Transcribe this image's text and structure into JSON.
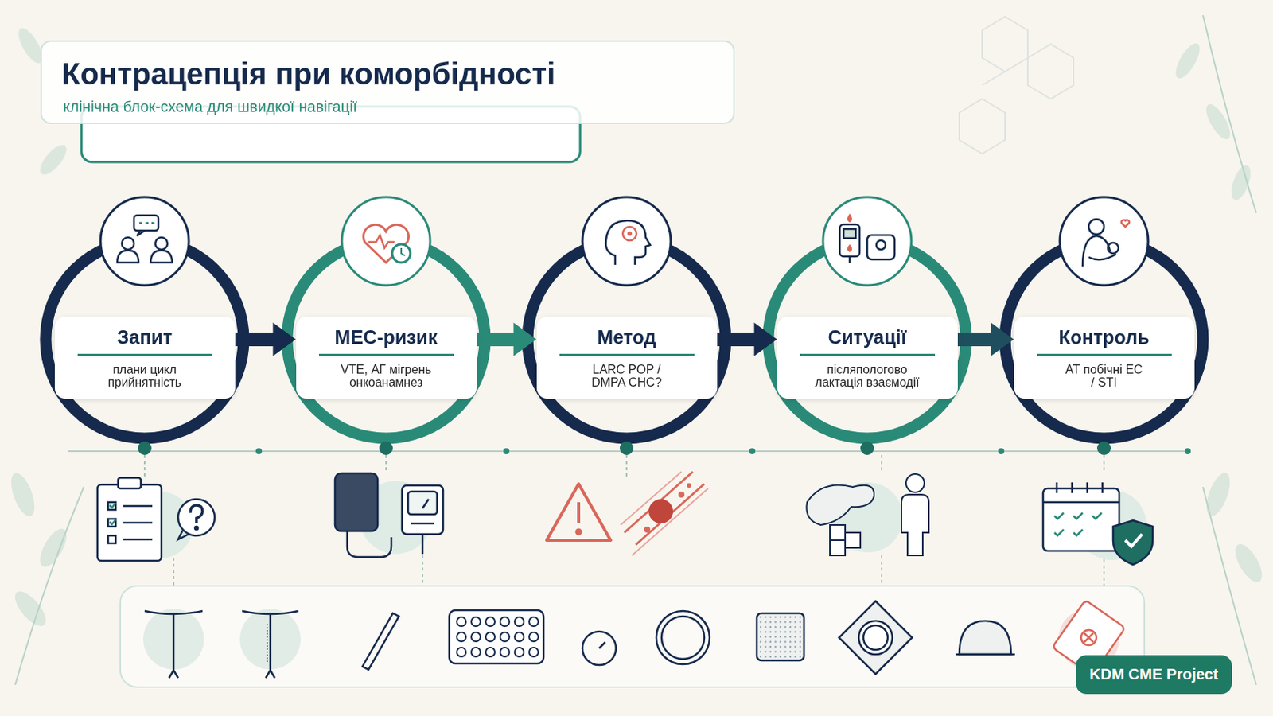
{
  "diagram": {
    "title": "Контрацепція при коморбідності",
    "caption": "клінічна блок-схема для швидкої навігації",
    "nodes": [
      {
        "text": [
          "Запит",
          "плани цикл прийнятність"
        ]
      },
      {
        "text": [
          "MEC-ризик",
          "VTE, АГ мігрень онкоанамнез"
        ]
      },
      {
        "text": [
          "Метод",
          "LARC POP / DMPA CHC?"
        ]
      },
      {
        "text": [
          "Ситуації",
          "післяпологово лактація взаємодії"
        ]
      },
      {
        "text": [
          "Контроль",
          "АТ побічні EC / STI"
        ]
      }
    ],
    "edges": [
      {
        "from": 0,
        "to": 1,
        "arrow": "to"
      },
      {
        "from": 1,
        "to": 2,
        "arrow": "to"
      },
      {
        "from": 2,
        "to": 3,
        "arrow": "to"
      },
      {
        "from": 3,
        "to": 4,
        "arrow": "to"
      }
    ],
    "labels": [
      "KDM CME Project"
    ]
  }
}
